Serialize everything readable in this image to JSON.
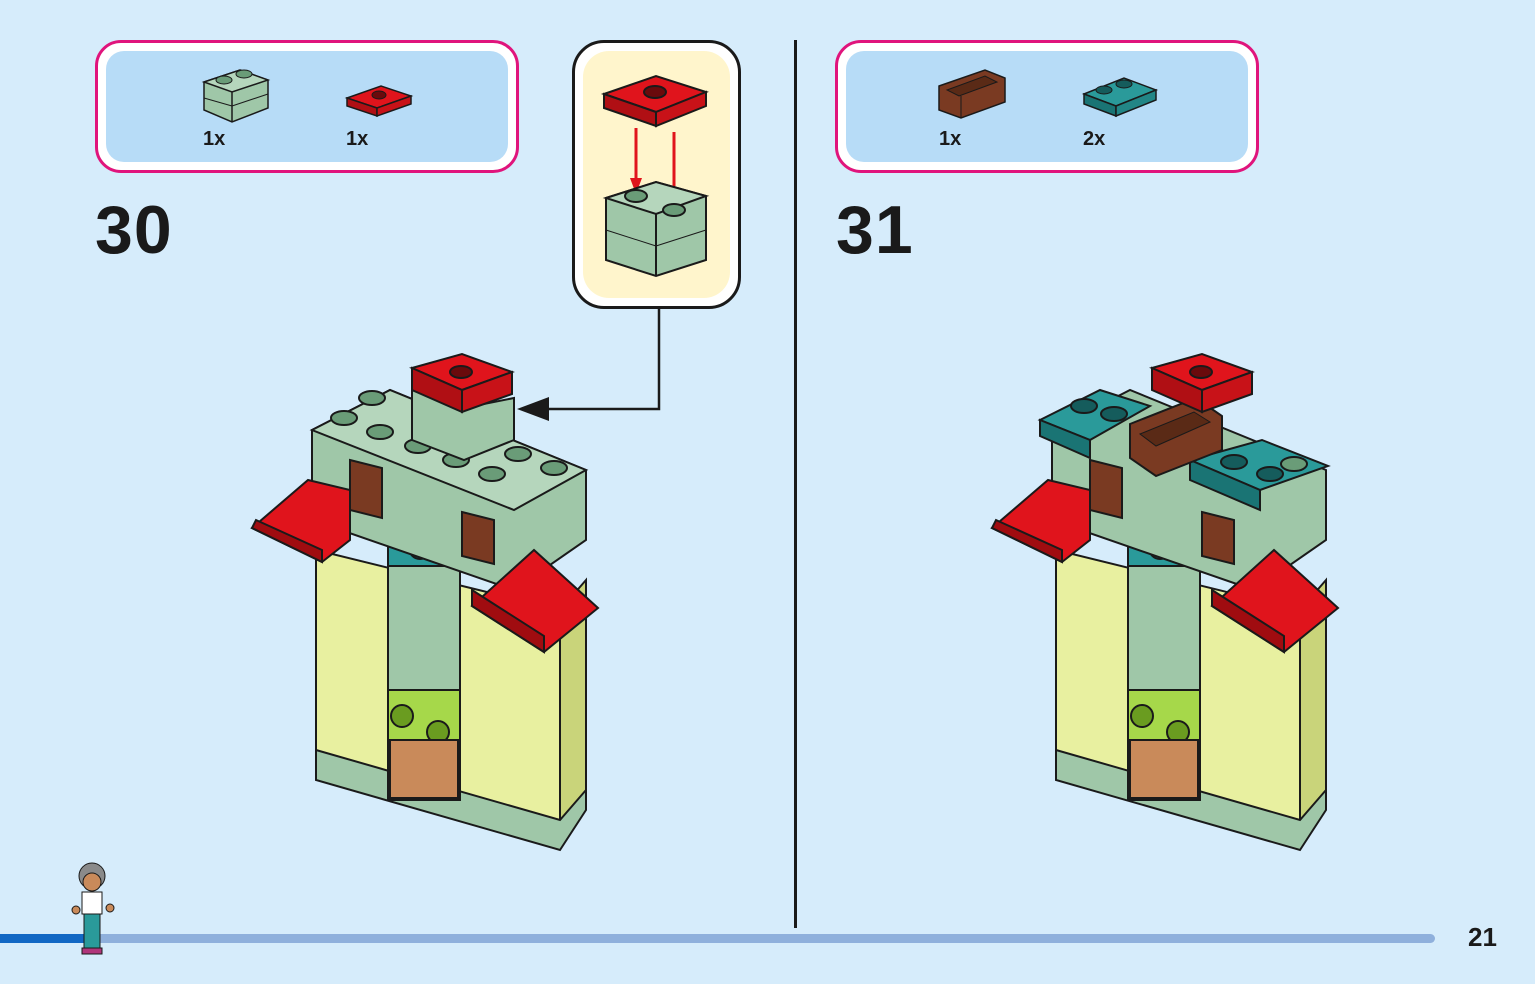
{
  "steps": [
    {
      "number": "30",
      "parts": [
        {
          "qty": "1x",
          "name": "masonry-brick"
        },
        {
          "qty": "1x",
          "name": "red-plate"
        }
      ]
    },
    {
      "number": "31",
      "parts": [
        {
          "qty": "1x",
          "name": "brown-bracket"
        },
        {
          "qty": "2x",
          "name": "teal-plate"
        }
      ]
    }
  ],
  "page": {
    "number": "21",
    "progress": 0.06
  },
  "colors": {
    "accent": "#e0147c",
    "background": "#d6ecfb",
    "parts_background": "#b7dcf7",
    "callout_background": "#fff5cc",
    "progress_fill": "#1268c4",
    "progress_track": "#8fb0dc",
    "brick_sand_green": "#9fc7a8",
    "brick_red": "#e0141c",
    "brick_teal": "#2a9a9a",
    "brick_brown": "#7a3a22",
    "brick_yellow": "#e8f0a0"
  }
}
